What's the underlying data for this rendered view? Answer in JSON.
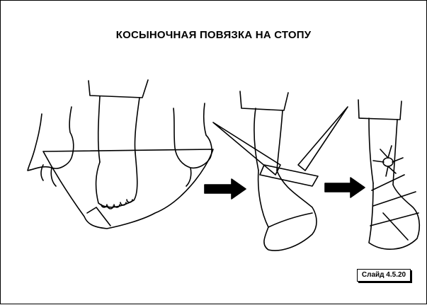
{
  "slide": {
    "title": "КОСЫНОЧНАЯ ПОВЯЗКА НА СТОПУ",
    "badge": "Слайд 4.5.20"
  },
  "illustration": {
    "steps": [
      "foot-on-triangular-bandage",
      "ends-crossed-over-ankle",
      "bandaged-foot"
    ],
    "arrows": 2
  }
}
